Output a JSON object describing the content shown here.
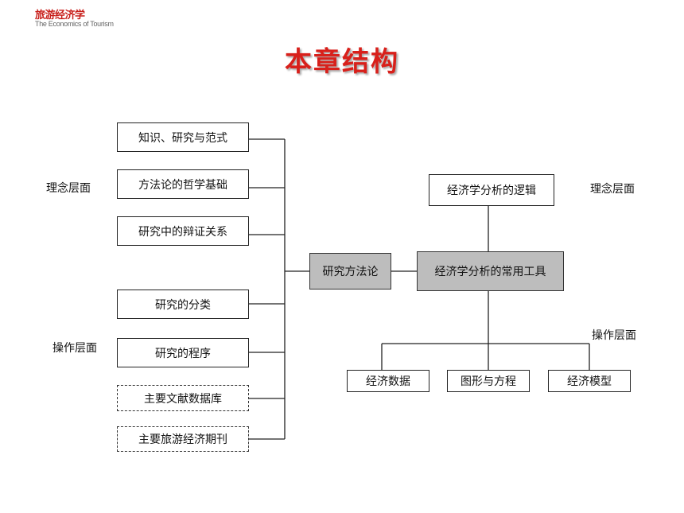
{
  "header": {
    "logo_cn": "旅游经济学",
    "logo_en": "The Economics of Tourism"
  },
  "title": "本章结构",
  "left_boxes": [
    "知识、研究与范式",
    "方法论的哲学基础",
    "研究中的辩证关系",
    "研究的分类",
    "研究的程序"
  ],
  "left_dashed_boxes": [
    "主要文献数据库",
    "主要旅游经济期刊"
  ],
  "center_left": "研究方法论",
  "center_right": "经济学分析的常用工具",
  "top_right": "经济学分析的逻辑",
  "bottom_boxes": [
    "经济数据",
    "图形与方程",
    "经济模型"
  ],
  "side_labels": {
    "left_top": "理念层面",
    "left_bottom": "操作层面",
    "right_top": "理念层面",
    "right_bottom": "操作层面"
  }
}
